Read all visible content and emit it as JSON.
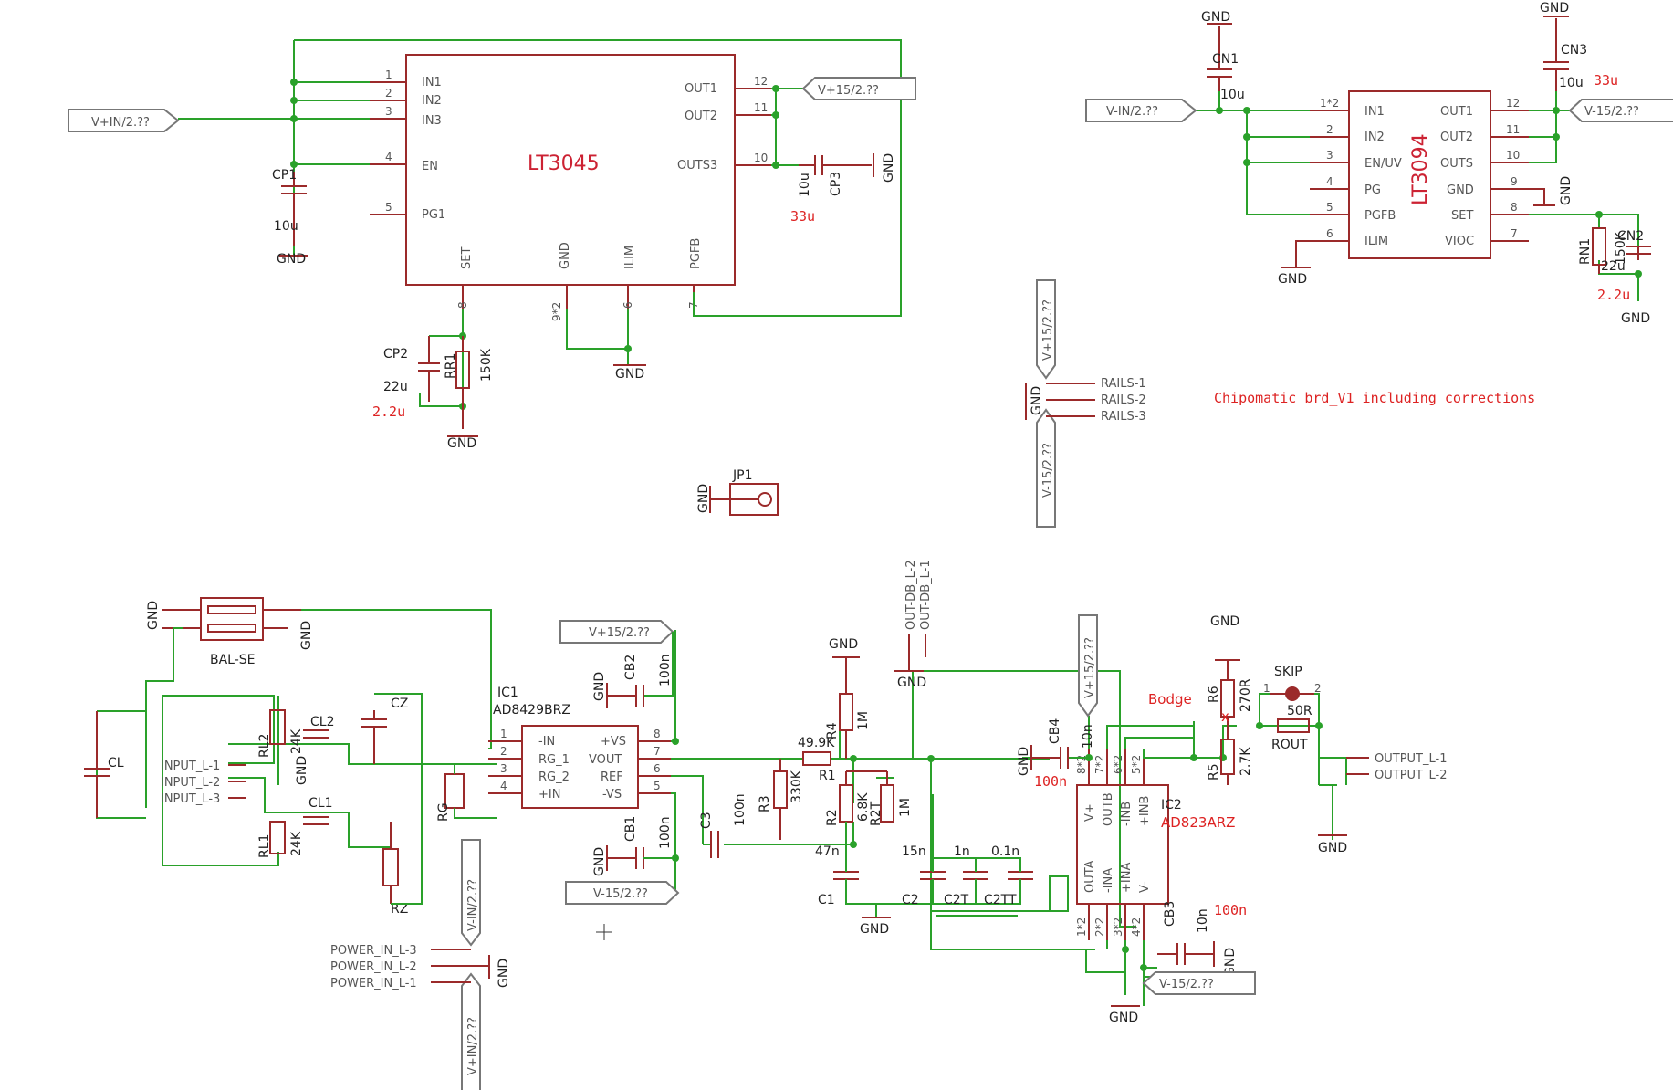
{
  "title_note": "Chipomatic brd_V1 including corrections",
  "ic": {
    "u1_name": "LT3045",
    "u2_name": "LT3094",
    "ic1_ref": "IC1",
    "ic1_part": "AD8429BRZ",
    "ic2_ref": "IC2",
    "ic2_part": "AD823ARZ"
  },
  "nets": {
    "vin_pos": "V+IN/2.??",
    "vin_neg": "V-IN/2.??",
    "v15_pos": "V+15/2.??",
    "v15_neg": "V-15/2.??",
    "gnd": "GND",
    "rails_1": "RAILS-1",
    "rails_2": "RAILS-2",
    "rails_3": "RAILS-3",
    "input_1": "INPUT_L-1",
    "input_2": "INPUT_L-2",
    "input_3": "INPUT_L-3",
    "power_3": "POWER_IN_L-3",
    "power_2": "POWER_IN_L-2",
    "power_1": "POWER_IN_L-1",
    "output_1": "OUTPUT_L-1",
    "output_2": "OUTPUT_L-2",
    "outdb_2": "OUT-DB_L-2",
    "outdb_1": "OUT-DB_L-1"
  },
  "lt3045_pins": {
    "in1": "IN1",
    "in2": "IN2",
    "in3": "IN3",
    "en": "EN",
    "pg1": "PG1",
    "out1": "OUT1",
    "out2": "OUT2",
    "outs3": "OUTS3",
    "set": "SET",
    "gnd": "GND",
    "ilim": "ILIM",
    "pgfb": "PGFB",
    "n1": "1",
    "n2": "2",
    "n3": "3",
    "n4": "4",
    "n5": "5",
    "n12": "12",
    "n11": "11",
    "n10": "10",
    "n8": "8",
    "n92": "9*2",
    "n6": "6",
    "n7": "7"
  },
  "lt3094_pins": {
    "in1": "IN1",
    "in2": "IN2",
    "enuv": "EN/UV",
    "pg": "PG",
    "pgfb": "PGFB",
    "ilim": "ILIM",
    "out1": "OUT1",
    "out2": "OUT2",
    "outs": "OUTS",
    "gnd": "GND",
    "set": "SET",
    "vioc": "VIOC",
    "n12x": "1*2",
    "n2": "2",
    "n3": "3",
    "n4": "4",
    "n5": "5",
    "n6": "6",
    "n12": "12",
    "n11": "11",
    "n10": "10",
    "n9": "9",
    "n8": "8",
    "n7": "7"
  },
  "ic1_pins": {
    "inm": "-IN",
    "rg1": "RG_1",
    "rg2": "RG_2",
    "inp": "+IN",
    "vsp": "+VS",
    "vout": "VOUT",
    "ref": "REF",
    "vsm": "-VS",
    "n1": "1",
    "n2": "2",
    "n3": "3",
    "n4": "4",
    "n8": "8",
    "n7": "7",
    "n6": "6",
    "n5": "5"
  },
  "ic2_pins": {
    "vp": "V+",
    "outb": "OUTB",
    "inb_m": "-INB",
    "inb_p": "+INB",
    "outa": "OUTA",
    "ina_m": "-INA",
    "ina_p": "+INA",
    "vm": "V-",
    "n8": "8*2",
    "n7": "7*2",
    "n6": "6*2",
    "n5": "5*2",
    "n1": "1*2",
    "n2": "2*2",
    "n3": "3*2",
    "n4": "4*2"
  },
  "parts": {
    "cp1": "CP1",
    "cp1_val": "10u",
    "cp2": "CP2",
    "cp2_val": "22u",
    "cp2_fix": "2.2u",
    "cp3": "CP3",
    "cp3_val": "10u",
    "cp3_fix": "33u",
    "rr1": "RR1",
    "rr1_val": "150K",
    "cn1": "CN1",
    "cn1_val": "10u",
    "cn3": "CN3",
    "cn3_val": "10u",
    "cn3_fix": "33u",
    "rn1": "RN1",
    "rn1_val": "150K",
    "cn2": "CN2",
    "cn2_val": "22u",
    "cn2_fix": "2.2u",
    "jp1": "JP1",
    "bal": "BAL-SE",
    "cl": "CL",
    "cl1": "CL1",
    "cl2": "CL2",
    "rl1": "RL1",
    "rl1_val": "24K",
    "rl2": "RL2",
    "rl2_val": "24K",
    "cz": "CZ",
    "rz": "RZ",
    "rg": "RG",
    "cb1": "CB1",
    "cb1_val": "100n",
    "cb2": "CB2",
    "cb2_val": "100n",
    "c3": "C3",
    "c3_val": "100n",
    "r1": "R1",
    "r1_val": "49.9K",
    "r2": "R2",
    "r2_val": "6.8K",
    "r2t": "R2T",
    "r2t_val": "1M",
    "r3": "R3",
    "r3_val": "330K",
    "r4": "R4",
    "r4_val": "1M",
    "c1": "C1",
    "c1_val": "47n",
    "c2": "C2",
    "c2_val": "15n",
    "c2t": "C2T",
    "c2t_val": "1n",
    "c2tt": "C2TT",
    "c2tt_val": "0.1n",
    "cb4": "CB4",
    "cb4_val": "10n",
    "cb4_fix": "100n",
    "cb3": "CB3",
    "cb3_val": "10n",
    "cb3_fix": "100n",
    "r5": "R5",
    "r5_val": "2.7K",
    "r6": "R6",
    "r6_val": "270R",
    "skip": "SKIP",
    "rout": "ROUT",
    "rout_val": "50R",
    "bodge": "Bodge",
    "x": "x"
  },
  "colors": {
    "wire": "#2aa12a",
    "part": "#9b2a2a",
    "note": "#dd2222"
  }
}
